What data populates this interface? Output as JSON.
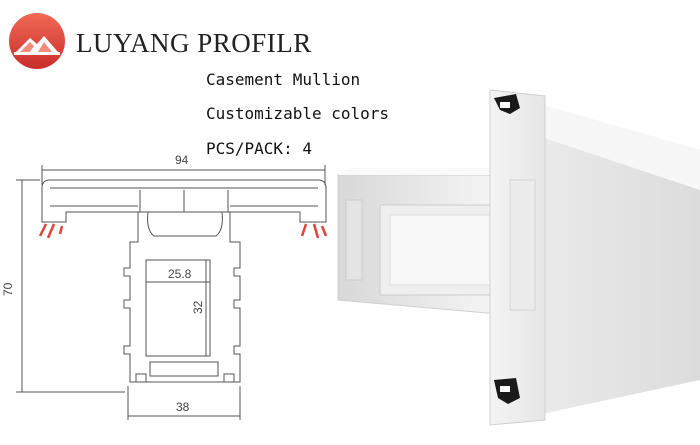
{
  "brand": {
    "name": "LUYANG PROFILR",
    "logo_icon": "mountain-logo-icon",
    "color": "#e8473a"
  },
  "specs": {
    "product": "Casement Mullion",
    "colors": "Customizable colors",
    "pack": "PCS/PACK: 4"
  },
  "drawing": {
    "width_label": "94",
    "height_label": "70",
    "inner_width_label": "25.8",
    "inner_height_label": "32",
    "base_width_label": "38",
    "gasket_color": "#e0433a"
  },
  "photo": {
    "icon": "mullion-profile-render-icon"
  }
}
